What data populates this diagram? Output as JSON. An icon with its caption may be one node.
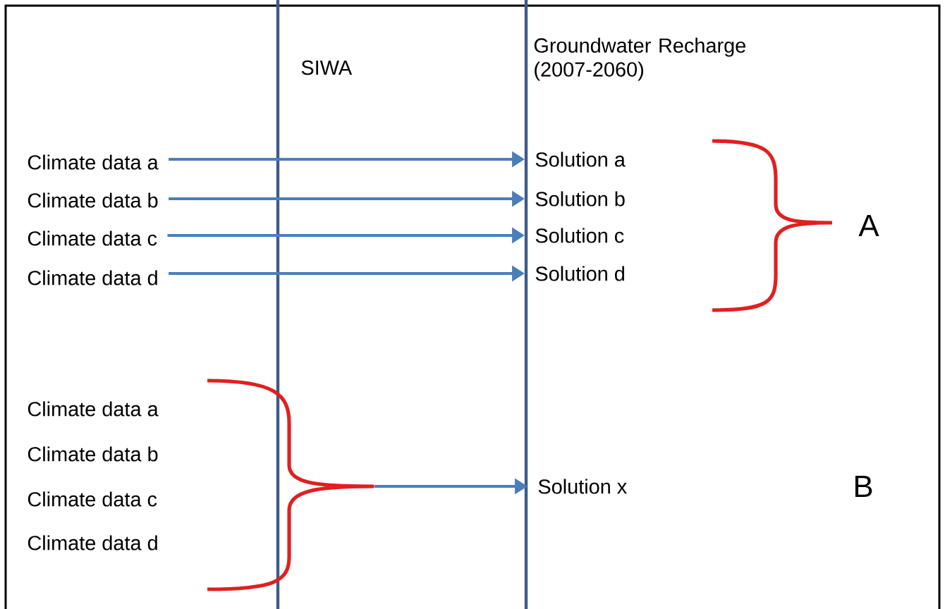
{
  "diagram": {
    "nodes": [
      {
        "text": [
          "Climate data a"
        ]
      },
      {
        "text": [
          "Climate data b"
        ]
      },
      {
        "text": [
          "Climate data c"
        ]
      },
      {
        "text": [
          "Climate data d"
        ]
      },
      {
        "text": [
          "Solution a"
        ]
      },
      {
        "text": [
          "Solution b"
        ]
      },
      {
        "text": [
          "Solution c"
        ]
      },
      {
        "text": [
          "Solution d"
        ]
      },
      {
        "text": [
          "Climate data a"
        ]
      },
      {
        "text": [
          "Climate data b"
        ]
      },
      {
        "text": [
          "Climate data c"
        ]
      },
      {
        "text": [
          "Climate data d"
        ]
      },
      {
        "text": [],
        "shape": "brace"
      },
      {
        "text": [
          "Solution x"
        ]
      }
    ],
    "edges": [
      {
        "from": 0,
        "to": 4,
        "arrow": "to"
      },
      {
        "from": 1,
        "to": 5,
        "arrow": "to"
      },
      {
        "from": 2,
        "to": 6,
        "arrow": "to"
      },
      {
        "from": 3,
        "to": 7,
        "arrow": "to"
      },
      {
        "from": 12,
        "to": 13,
        "arrow": "to"
      }
    ],
    "labels": [
      "SIWA",
      "Groundwater Recharge (2007-2060)",
      "A",
      "B"
    ]
  }
}
